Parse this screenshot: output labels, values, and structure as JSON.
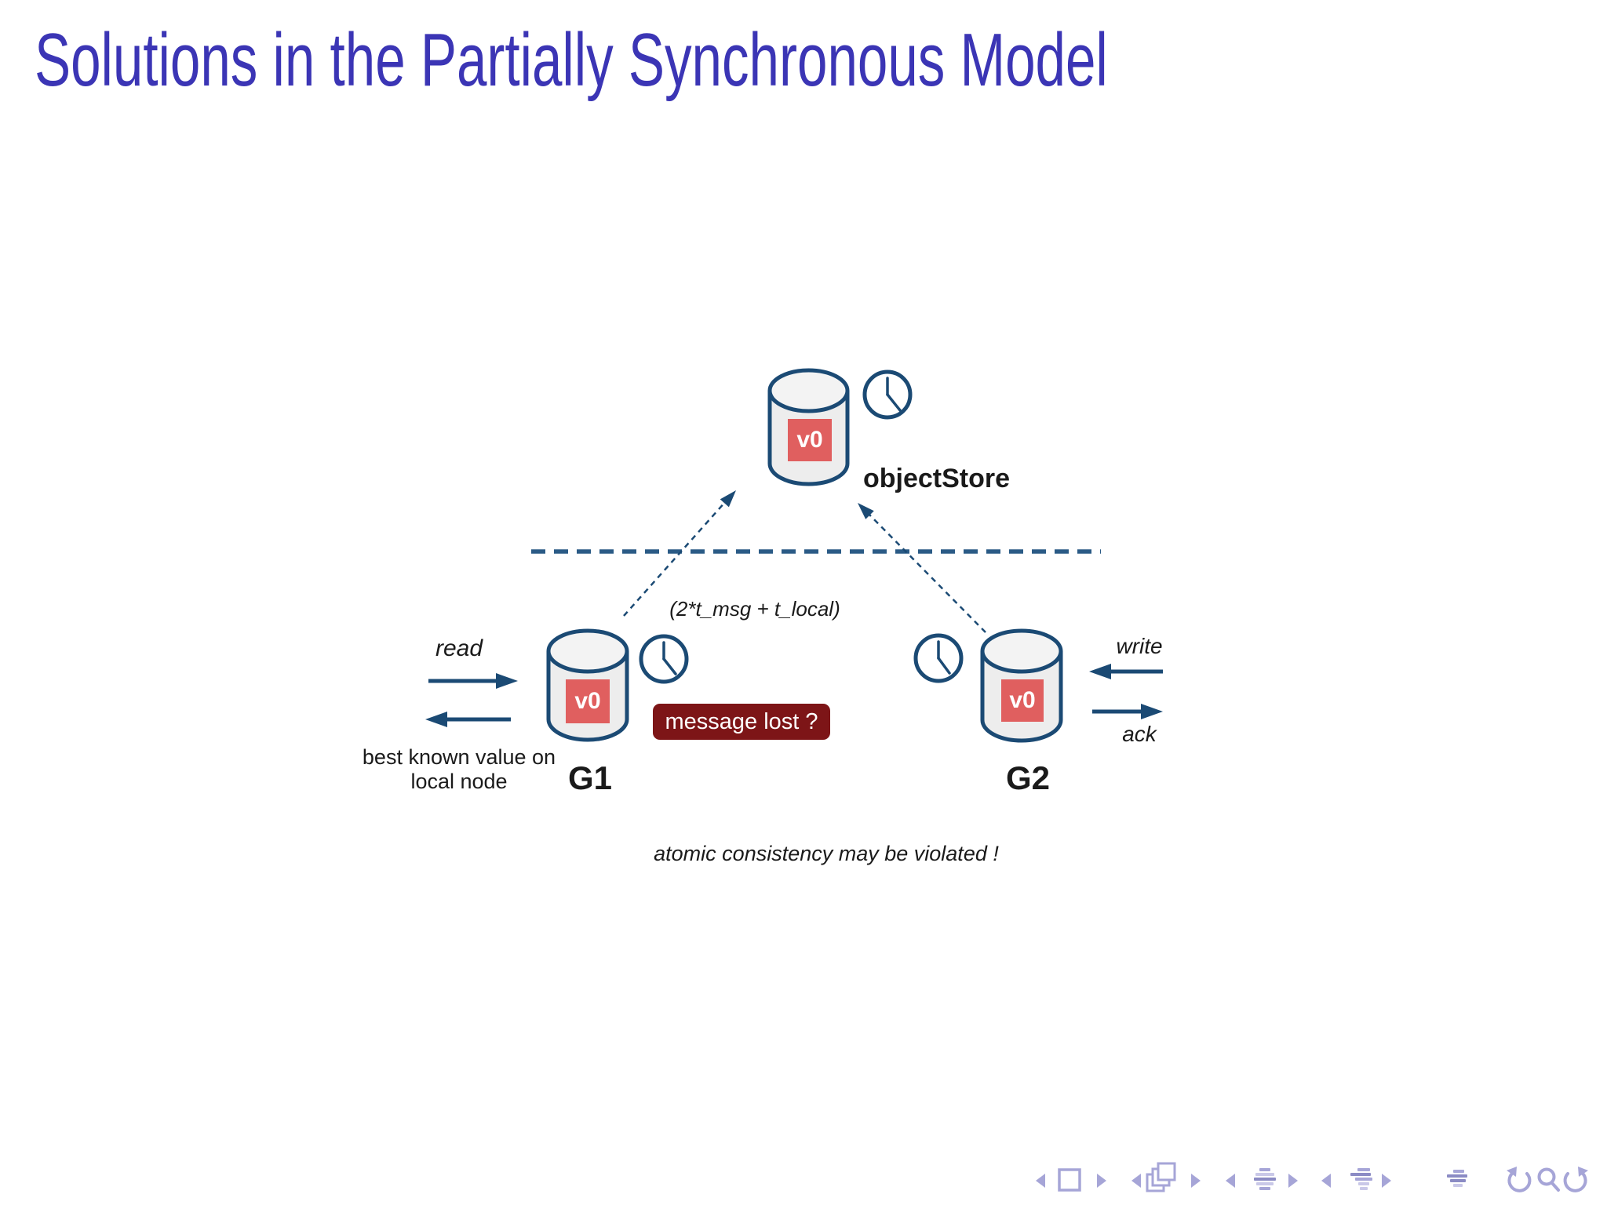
{
  "slide": {
    "title": "Solutions in the Partially Synchronous Model",
    "colors": {
      "title-color": "#3B35B5",
      "navy": "#1B4A74",
      "dash-blue": "#2B5B86",
      "version-red": "#E05F5F",
      "maroon": "#7D1517",
      "cylinder-fill": "#EDEDED",
      "ink": "#1A1A1A",
      "nav-light": "#C9C8E8",
      "nav-mid": "#A6A5D7",
      "nav-dark": "#8B8BC4"
    }
  },
  "diagram": {
    "object_store": {
      "label": "objectStore",
      "version": "v0"
    },
    "latency_note": "(2*t_msg + t_local)",
    "message_lost": "message lost ?",
    "g1": {
      "label": "G1",
      "version": "v0",
      "read": "read",
      "return_line1": "best known value on",
      "return_line2": "local node"
    },
    "g2": {
      "label": "G2",
      "version": "v0",
      "write": "write",
      "ack": "ack"
    },
    "footnote": "atomic consistency may be violated !"
  },
  "nav": {
    "icons": [
      "prev-slide-icon",
      "frame-icon",
      "next-slide-icon",
      "prev-frame-icon",
      "frames-stack-icon",
      "next-frame-icon",
      "prev-subsection-icon",
      "section-toc-icon",
      "next-subsection-icon",
      "prev-section-icon",
      "subsection-toc-icon",
      "next-section-icon",
      "appendix-icon",
      "back-icon",
      "search-icon",
      "forward-icon"
    ]
  }
}
